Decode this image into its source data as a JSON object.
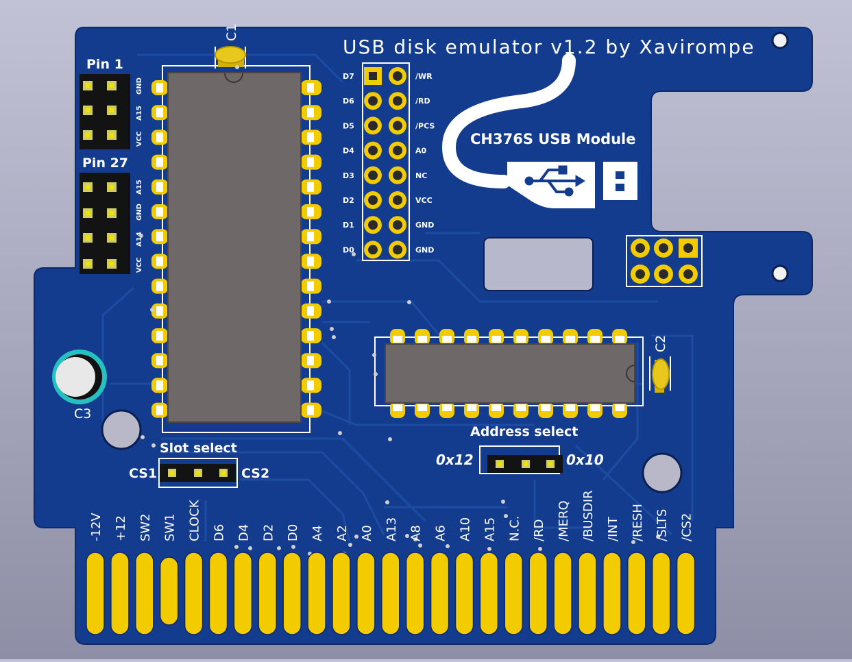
{
  "board": {
    "title": "USB disk emulator v1.2 by Xavirompe",
    "module_label": "CH376S USB Module",
    "colors": {
      "board": "#133b8e",
      "trace": "#1f4fa6",
      "gold": "#f2cc00",
      "silk": "#ffffff",
      "chip": "#6e6868"
    }
  },
  "refs": {
    "c1": "C1",
    "c2": "C2",
    "c3": "C3"
  },
  "left_header": {
    "pin1_label": "Pin 1",
    "pin27_label": "Pin 27",
    "top_rows": [
      "GND",
      "A15",
      "VCC"
    ],
    "bottom_rows": [
      "A15",
      "GND",
      "A14",
      "VCC"
    ]
  },
  "usb_header": {
    "left_pins": [
      "D7",
      "D6",
      "D5",
      "D4",
      "D3",
      "D2",
      "D1",
      "D0"
    ],
    "right_pins": [
      "/WR",
      "/RD",
      "/PCS",
      "A0",
      "NC",
      "VCC",
      "GND",
      "GND"
    ]
  },
  "slot_select": {
    "title": "Slot select",
    "left": "CS1",
    "right": "CS2"
  },
  "address_select": {
    "title": "Address select",
    "left": "0x12",
    "right": "0x10"
  },
  "edge_pins": [
    "-12V",
    "+12",
    "SW2",
    "SW1",
    "CLOCK",
    "D6",
    "D4",
    "D2",
    "D0",
    "A4",
    "A2",
    "A0",
    "A13",
    "A8",
    "A6",
    "A10",
    "A15",
    "N.C.",
    "/RD",
    "/MERQ",
    "/BUSDIR",
    "/INT",
    "/RESH",
    "/SLTS",
    "/CS2"
  ]
}
